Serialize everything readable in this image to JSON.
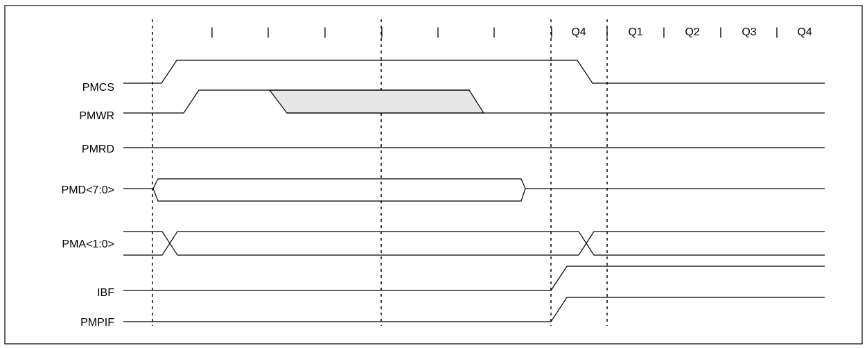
{
  "timing": {
    "tick_labels": [
      "|",
      "|",
      "|",
      "|",
      "|",
      "|",
      "|",
      "Q4",
      "|",
      "Q1",
      "|",
      "Q2",
      "|",
      "Q3",
      "|",
      "Q4"
    ],
    "signals": [
      "PMCS",
      "PMWR",
      "PMRD",
      "PMD<7:0>",
      "PMA<1:0>",
      "IBF",
      "PMPIF"
    ]
  },
  "colors": {
    "stroke": "#000000",
    "shade": "#e6e6e6",
    "background": "#ffffff"
  }
}
